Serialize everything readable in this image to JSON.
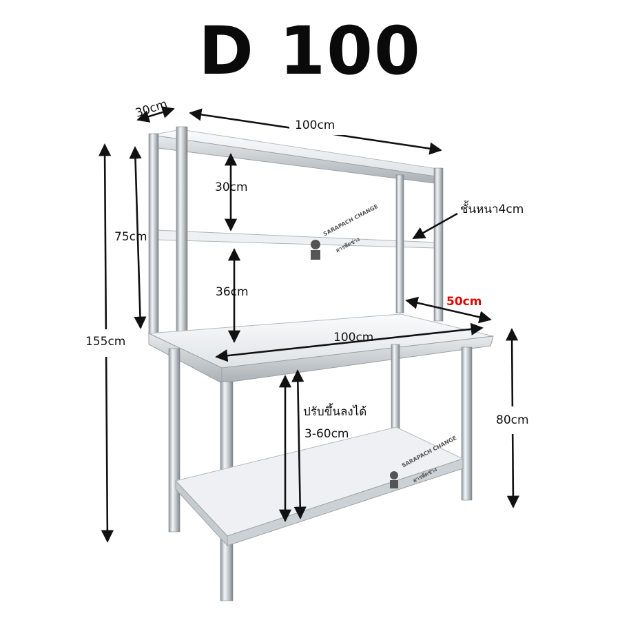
{
  "title": "D 100",
  "dimensions": {
    "top_depth": "30cm",
    "top_width": "100cm",
    "gap_upper": "30cm",
    "gap_lower": "36cm",
    "shelf_height": "75cm",
    "total_height": "155cm",
    "shelf_thickness": "ชั้นหนา4cm",
    "table_depth": "50cm",
    "table_width": "100cm",
    "table_height": "80cm",
    "adjust_line1": "ปรับขึ้นลงได้",
    "adjust_line2": "3-60cm"
  },
  "watermark": {
    "brand": "SARAPACH CHANGE",
    "brand_thai": "สารพัดช่าง"
  },
  "colors": {
    "accent_red": "#e10600",
    "arrow": "#111111",
    "steel": "#c9cdd1"
  }
}
